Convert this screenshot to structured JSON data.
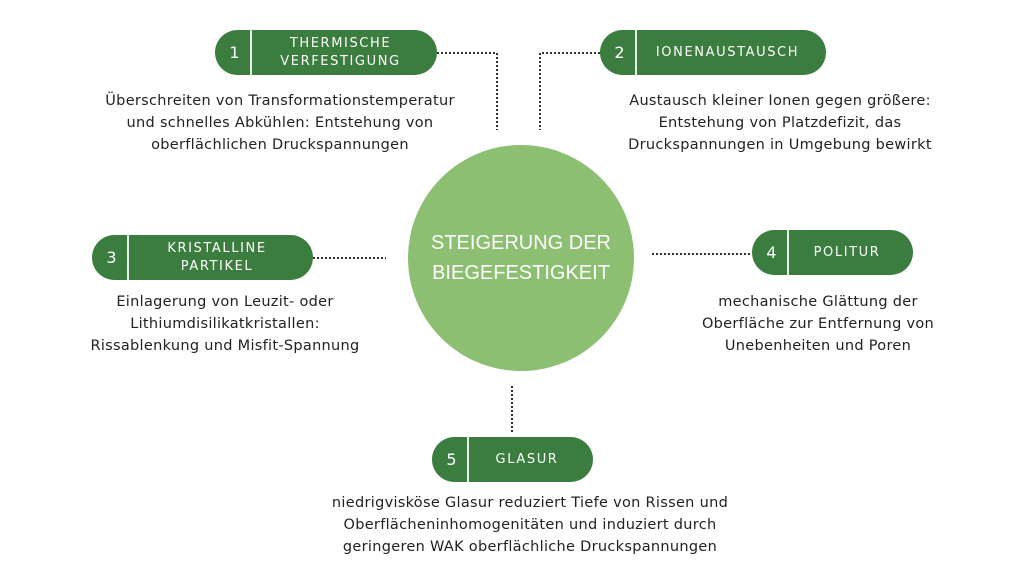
{
  "center": {
    "line1": "STEIGERUNG DER",
    "line2": "BIEGEFESTIGKEIT"
  },
  "items": [
    {
      "number": "1",
      "label_line1": "THERMISCHE",
      "label_line2": "VERFESTIGUNG",
      "desc": [
        "Überschreiten von Transformationstemperatur",
        "und schnelles Abkühlen: Entstehung von",
        "oberflächlichen Druckspannungen"
      ]
    },
    {
      "number": "2",
      "label_line1": "IONENAUSTAUSCH",
      "label_line2": "",
      "desc": [
        "Austausch kleiner Ionen gegen größere:",
        "Entstehung von Platzdefizit, das",
        "Druckspannungen in Umgebung bewirkt"
      ]
    },
    {
      "number": "3",
      "label_line1": "KRISTALLINE",
      "label_line2": "PARTIKEL",
      "desc": [
        "Einlagerung von Leuzit- oder",
        "Lithiumdisilikatkristallen:",
        "Rissablenkung und Misfit-Spannung"
      ]
    },
    {
      "number": "4",
      "label_line1": "POLITUR",
      "label_line2": "",
      "desc": [
        "mechanische Glättung der",
        "Oberfläche zur Entfernung von",
        "Unebenheiten und Poren"
      ]
    },
    {
      "number": "5",
      "label_line1": "GLASUR",
      "label_line2": "",
      "desc": [
        "niedrigvisköse Glasur reduziert Tiefe von Rissen und",
        "Oberflächeninhomogenitäten und induziert durch",
        "geringeren WAK oberflächliche Druckspannungen"
      ]
    }
  ],
  "colors": {
    "pill": "#3b7d3f",
    "circle": "#8cbf72"
  }
}
